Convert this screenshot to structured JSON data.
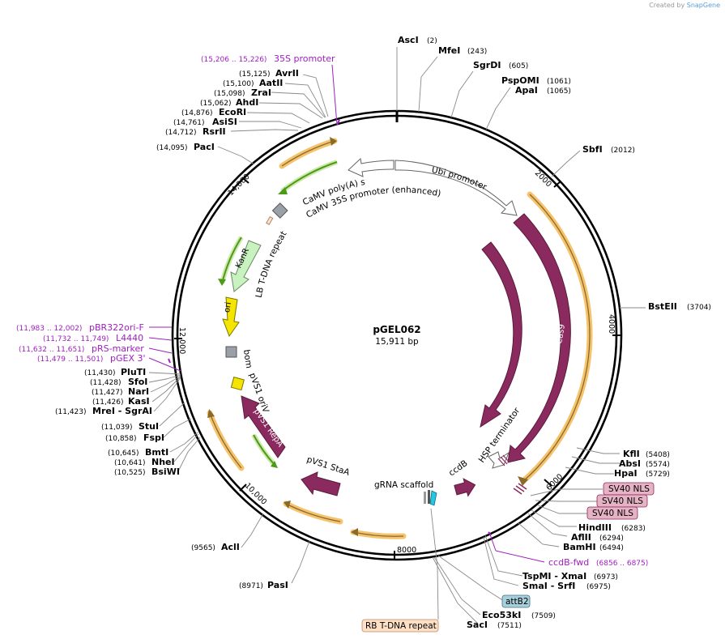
{
  "credit": {
    "prefix": "Created by",
    "brand": "SnapGene"
  },
  "plasmid": {
    "name": "pGEL062",
    "size_label": "15,911 bp"
  },
  "ticks": [
    "2000",
    "4000",
    "6000",
    "8000",
    "10,000",
    "12,000",
    "14,000"
  ],
  "enzymes": [
    {
      "name": "AscI",
      "pos": "(2)"
    },
    {
      "name": "MfeI",
      "pos": "(243)"
    },
    {
      "name": "SgrDI",
      "pos": "(605)"
    },
    {
      "name": "PspOMI",
      "pos": "(1061)"
    },
    {
      "name": "ApaI",
      "pos": "(1065)"
    },
    {
      "name": "SbfI",
      "pos": "(2012)"
    },
    {
      "name": "BstEII",
      "pos": "(3704)"
    },
    {
      "name": "KflI",
      "pos": "(5408)"
    },
    {
      "name": "AbsI",
      "pos": "(5574)"
    },
    {
      "name": "HpaI",
      "pos": "(5729)"
    },
    {
      "name": "HindIII",
      "pos": "(6283)"
    },
    {
      "name": "AflII",
      "pos": "(6294)"
    },
    {
      "name": "BamHI",
      "pos": "(6494)"
    },
    {
      "name": "TspMI - XmaI",
      "pos": "(6973)"
    },
    {
      "name": "SmaI - SrfI",
      "pos": "(6975)"
    },
    {
      "name": "Eco53kI",
      "pos": "(7509)"
    },
    {
      "name": "SacI",
      "pos": "(7511)"
    },
    {
      "name": "PasI",
      "pos": "(8971)"
    },
    {
      "name": "AclI",
      "pos": "(9565)"
    },
    {
      "name": "BsiWI",
      "pos": "(10,525)"
    },
    {
      "name": "NheI",
      "pos": "(10,641)"
    },
    {
      "name": "BmtI",
      "pos": "(10,645)"
    },
    {
      "name": "FspI",
      "pos": "(10,858)"
    },
    {
      "name": "StuI",
      "pos": "(11,039)"
    },
    {
      "name": "MreI - SgrAI",
      "pos": "(11,423)"
    },
    {
      "name": "KasI",
      "pos": "(11,426)"
    },
    {
      "name": "NarI",
      "pos": "(11,427)"
    },
    {
      "name": "SfoI",
      "pos": "(11,428)"
    },
    {
      "name": "PluTI",
      "pos": "(11,430)"
    },
    {
      "name": "PacI",
      "pos": "(14,095)"
    },
    {
      "name": "RsrII",
      "pos": "(14,712)"
    },
    {
      "name": "AsiSI",
      "pos": "(14,761)"
    },
    {
      "name": "EcoRI",
      "pos": "(14,876)"
    },
    {
      "name": "AhdI",
      "pos": "(15,062)"
    },
    {
      "name": "ZraI",
      "pos": "(15,098)"
    },
    {
      "name": "AatII",
      "pos": "(15,100)"
    },
    {
      "name": "AvrII",
      "pos": "(15,125)"
    }
  ],
  "primers": [
    {
      "name": "35S promoter",
      "pos": "(15,206 .. 15,226)"
    },
    {
      "name": "pBR322ori-F",
      "pos": "(11,983 .. 12,002)"
    },
    {
      "name": "L4440",
      "pos": "(11,732 .. 11,749)"
    },
    {
      "name": "pRS-marker",
      "pos": "(11,632 .. 11,651)"
    },
    {
      "name": "pGEX 3'",
      "pos": "(11,479 .. 11,501)"
    },
    {
      "name": "ccdB-fwd",
      "pos": "(6856 .. 6875)"
    }
  ],
  "features": {
    "ubi": "Ubi promoter",
    "cas9_inner": "Cas9",
    "cas9_outer": "Cas9",
    "hsp": "HSP terminator",
    "ccdb": "ccdB",
    "grna": "gRNA scaffold",
    "staa": "pVS1 StaA",
    "repa": "pVS1 RepA",
    "oriv": "pVS1 oriV",
    "bom": "bom",
    "ori": "ori",
    "kanr": "KanR",
    "lb": "LB T-DNA repeat",
    "polya": "CaMV poly(A) signal",
    "p35s": "CaMV 35S promoter (enhanced)"
  },
  "boxes": {
    "nls1": "SV40 NLS",
    "nls2": "SV40 NLS",
    "nls3": "SV40 NLS",
    "attb2": "attB2",
    "rb": "RB T-DNA repeat"
  },
  "colors": {
    "cas9": "#8b2a5e",
    "orange_highlight": "#f6c36d",
    "ori_yellow": "#f5e400",
    "kanr_green": "#c8f2c0",
    "green_arrow": "#4c9a1a",
    "primer_purple": "#a020c0",
    "nls_pink": "#e6b3c4",
    "attb2_blue": "#a8d0dc",
    "rb_peach": "#fde0c5",
    "cyan_marker": "#26c6e0"
  }
}
